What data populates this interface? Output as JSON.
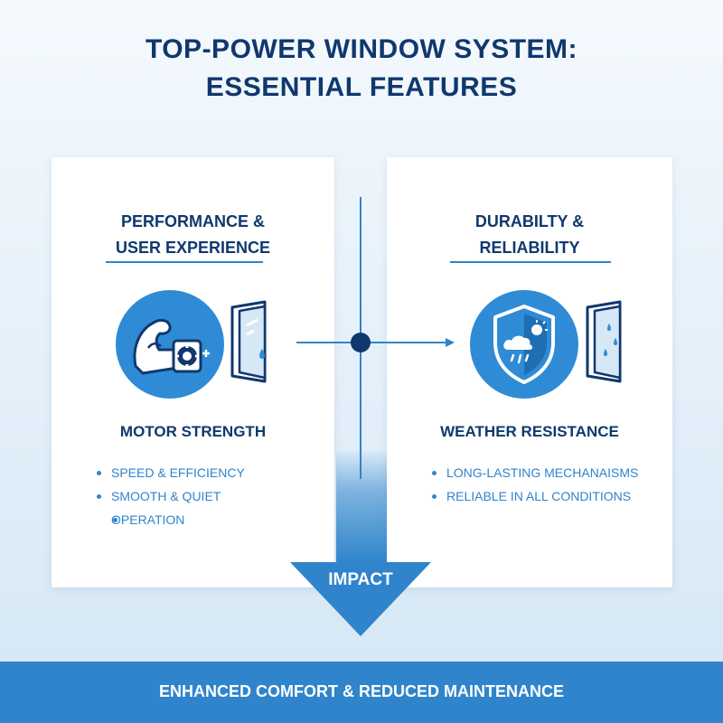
{
  "title": {
    "line1": "TOP-POWER WINDOW SYSTEM:",
    "line2": "ESSENTIAL FEATURES"
  },
  "left_panel": {
    "heading_line1": "PERFORMANCE &",
    "heading_line2": "USER EXPERIENCE",
    "icon": "flexed-arm-motor-gear-icon",
    "window_icon": "window-pane-icon",
    "feature": "MOTOR STRENGTH",
    "bullets": [
      "SPEED & EFFICIENCY",
      "SMOOTH & QUIET",
      "OPERATION"
    ]
  },
  "right_panel": {
    "heading_line1": "DURABILTY &",
    "heading_line2": "RELIABILITY",
    "icon": "weather-shield-icon",
    "window_icon": "rain-window-icon",
    "feature": "WEATHER RESISTANCE",
    "bullets": [
      "LONG-LASTING MECHANAISMS",
      "RELIABLE IN ALL CONDITIONS"
    ]
  },
  "impact": {
    "label": "IMPACT"
  },
  "result": {
    "text": "ENHANCED COMFORT & REDUCED MAINTENANCE"
  },
  "colors": {
    "navy": "#10386e",
    "accent_blue": "#2f84cc",
    "icon_blue": "#2f8bd6",
    "panel": "#ffffff"
  }
}
